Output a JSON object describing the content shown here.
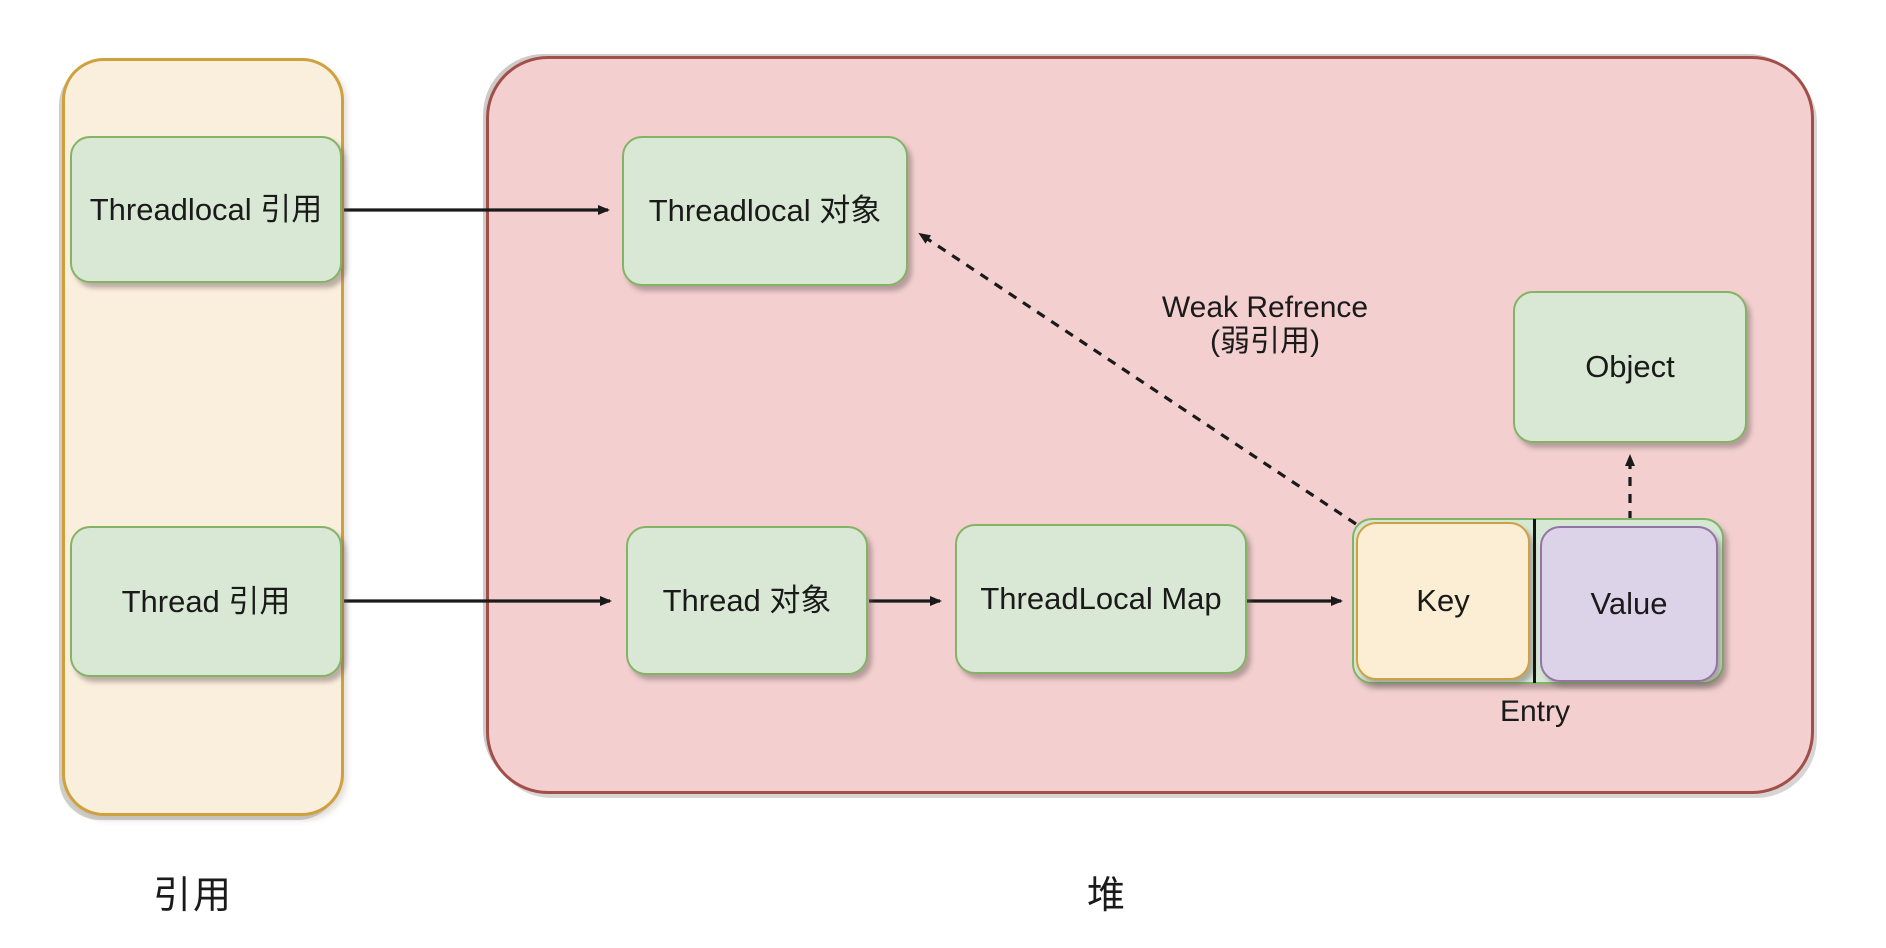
{
  "diagram": {
    "stack": {
      "zone_label": "引用",
      "threadlocal_ref": "Threadlocal 引用",
      "thread_ref": "Thread 引用"
    },
    "heap": {
      "zone_label": "堆",
      "threadlocal_object": "Threadlocal 对象",
      "thread_object": "Thread 对象",
      "threadlocal_map": "ThreadLocal Map",
      "key": "Key",
      "value": "Value",
      "object": "Object",
      "entry_label": "Entry",
      "weak_reference_line1": "Weak Refrence",
      "weak_reference_line2": "(弱引用)"
    },
    "colors": {
      "stack_fill": "#faeedd",
      "stack_border": "#cfa13d",
      "heap_fill": "#f3cfcf",
      "heap_border": "#a14f48",
      "node_green_fill": "#d9e8d4",
      "node_green_border": "#85b366",
      "key_fill": "#fbeed5",
      "key_border": "#d0a042",
      "value_fill": "#dcd3e8",
      "value_border": "#9673a6",
      "arrow": "#1a1a1a"
    }
  }
}
